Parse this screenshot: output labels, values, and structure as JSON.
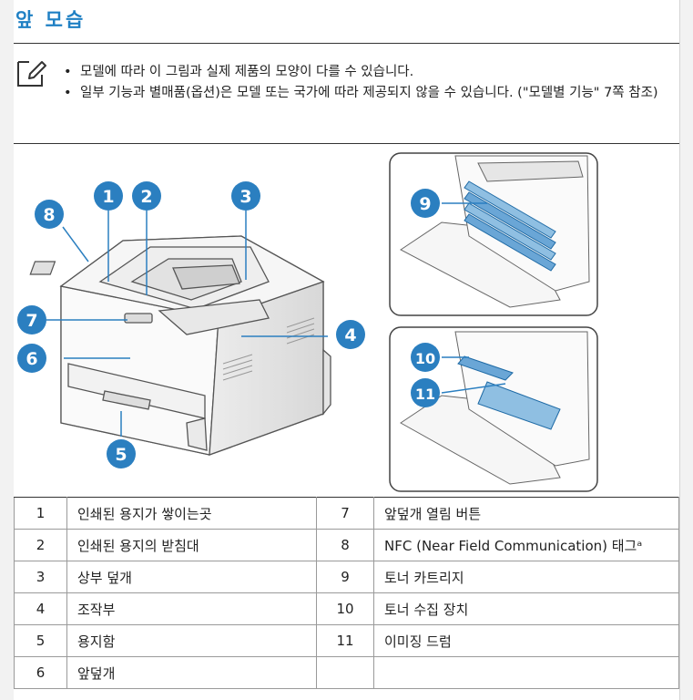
{
  "title": "앞 모습",
  "notes": [
    "모델에 따라 이 그림과 실제 제품의 모양이 다를 수 있습니다.",
    "일부 기능과 별매품(옵션)은 모델 또는 국가에 따라 제공되지 않을 수 있습니다. (\"모델별 기능\" 7쪽 참조)"
  ],
  "callouts": [
    "1",
    "2",
    "3",
    "4",
    "5",
    "6",
    "7",
    "8",
    "9",
    "10",
    "11"
  ],
  "colors": {
    "accent": "#1f80c4",
    "callout": "#2b7fc0"
  },
  "parts_table": [
    {
      "n1": "1",
      "l1": "인쇄된 용지가 쌓이는곳",
      "n2": "7",
      "l2": "앞덮개 열림 버튼"
    },
    {
      "n1": "2",
      "l1": "인쇄된 용지의 받침대",
      "n2": "8",
      "l2": "NFC (Near Field Communication) 태그ᵃ"
    },
    {
      "n1": "3",
      "l1": "상부 덮개",
      "n2": "9",
      "l2": "토너 카트리지"
    },
    {
      "n1": "4",
      "l1": "조작부",
      "n2": "10",
      "l2": "토너 수집 장치"
    },
    {
      "n1": "5",
      "l1": "용지함",
      "n2": "11",
      "l2": "이미징 드럼"
    },
    {
      "n1": "6",
      "l1": "앞덮개",
      "n2": "",
      "l2": ""
    }
  ]
}
